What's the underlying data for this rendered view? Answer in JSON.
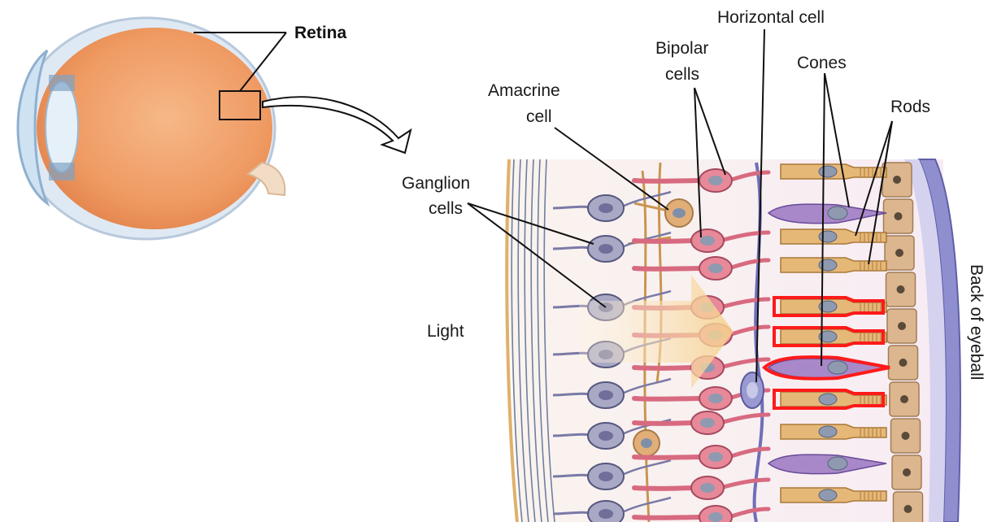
{
  "labels": {
    "retina": "Retina",
    "horizontal_cell": "Horizontal cell",
    "bipolar_line1": "Bipolar",
    "bipolar_line2": "cells",
    "cones": "Cones",
    "amacrine_line1": "Amacrine",
    "amacrine_line2": "cell",
    "rods": "Rods",
    "ganglion_line1": "Ganglion",
    "ganglion_line2": "cells",
    "light": "Light",
    "back_of_eyeball": "Back of eyeball"
  },
  "colors": {
    "eyeball": "#f0a070",
    "sclera": "#d9e6f2",
    "ganglion": "#a9a9c6",
    "bipolar": "#e8899a",
    "amacrine": "#d9a870",
    "cone": "#a888c8",
    "rod": "#e6b878",
    "pigment": "#d9b48c",
    "choroid": "#8f8fcf",
    "highlight": "#ff1a1a",
    "light_arrow": "#f5d7a0"
  }
}
